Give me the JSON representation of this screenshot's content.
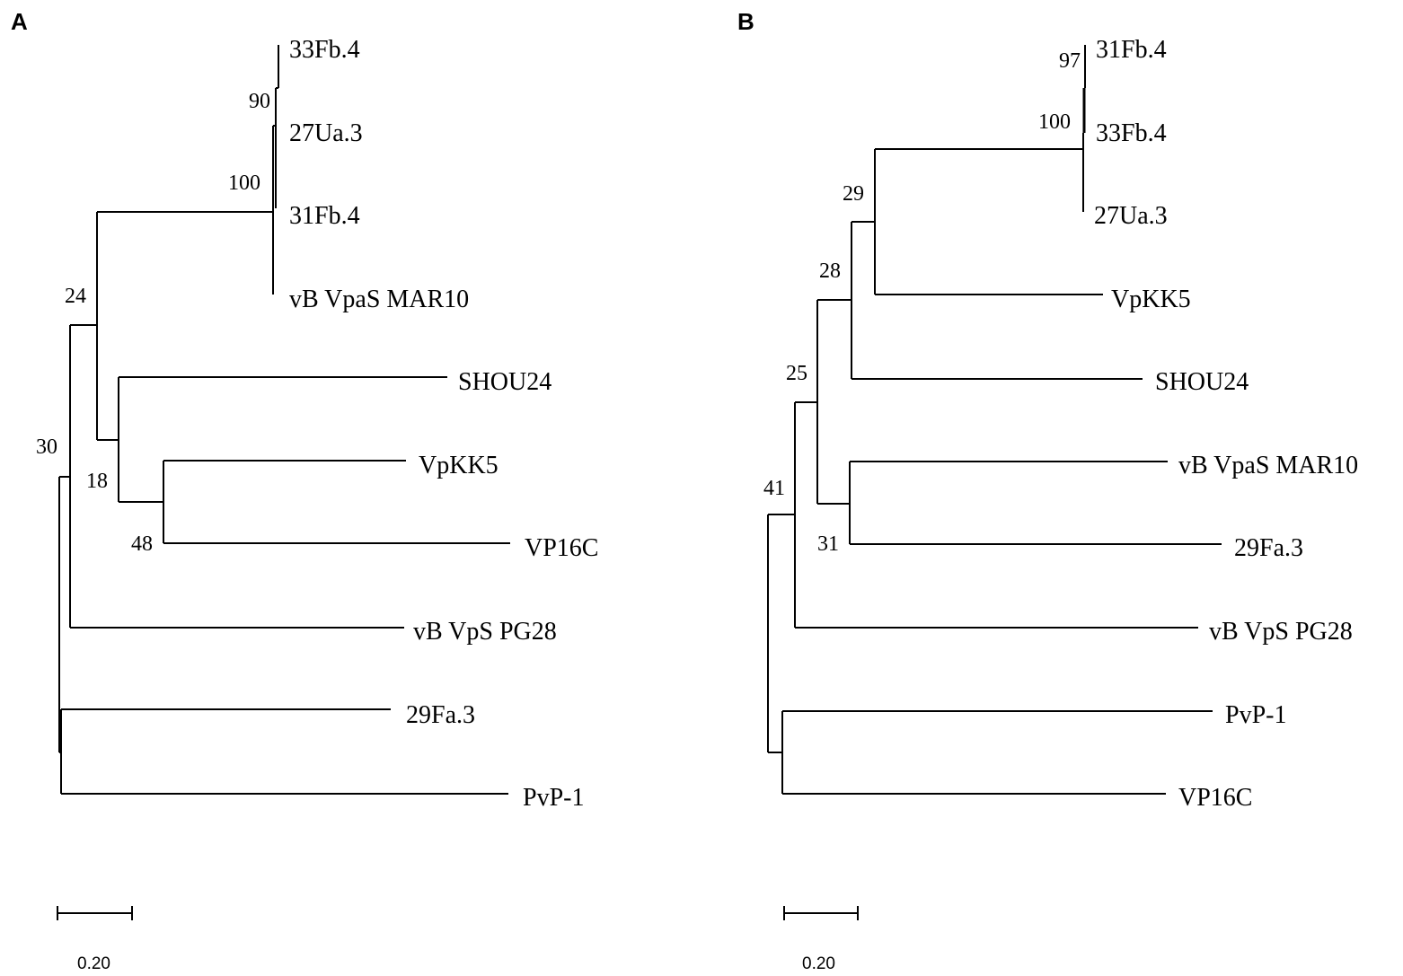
{
  "panels": {
    "A": {
      "letter": "A",
      "taxa": {
        "t33Fb4": "33Fb.4",
        "t27Ua3": "27Ua.3",
        "t31Fb4": "31Fb.4",
        "tMAR10": "vB VpaS MAR10",
        "tSHOU24": "SHOU24",
        "tVpKK5": "VpKK5",
        "tVP16C": "VP16C",
        "tPG28": "vB VpS PG28",
        "t29Fa3": "29Fa.3",
        "tPvP1": "PvP-1"
      },
      "bootstrap": {
        "b90": "90",
        "b100": "100",
        "b24": "24",
        "b18": "18",
        "b48": "48",
        "b30": "30"
      },
      "scale": "0.20"
    },
    "B": {
      "letter": "B",
      "taxa": {
        "t31Fb4": "31Fb.4",
        "t33Fb4": "33Fb.4",
        "t27Ua3": "27Ua.3",
        "tVpKK5": "VpKK5",
        "tSHOU24": "SHOU24",
        "tMAR10": "vB VpaS MAR10",
        "t29Fa3": "29Fa.3",
        "tPG28": "vB VpS PG28",
        "tPvP1": "PvP-1",
        "tVP16C": "VP16C"
      },
      "bootstrap": {
        "b97": "97",
        "b100": "100",
        "b29": "29",
        "b28": "28",
        "b25": "25",
        "b31": "31",
        "b41": "41"
      },
      "scale": "0.20"
    }
  }
}
